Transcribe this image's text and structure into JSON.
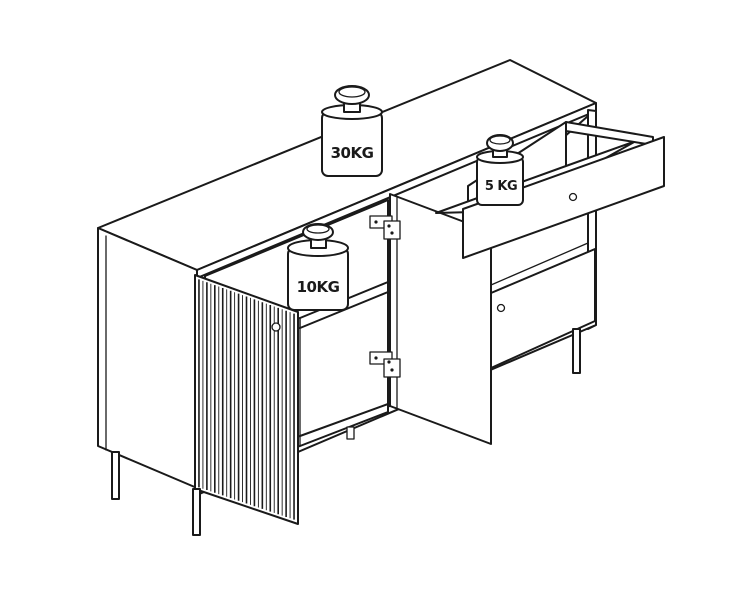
{
  "figure": {
    "weights": [
      {
        "id": "top",
        "label": "30KG"
      },
      {
        "id": "drawer",
        "label": "5 KG"
      },
      {
        "id": "shelf",
        "label": "10KG"
      }
    ]
  }
}
